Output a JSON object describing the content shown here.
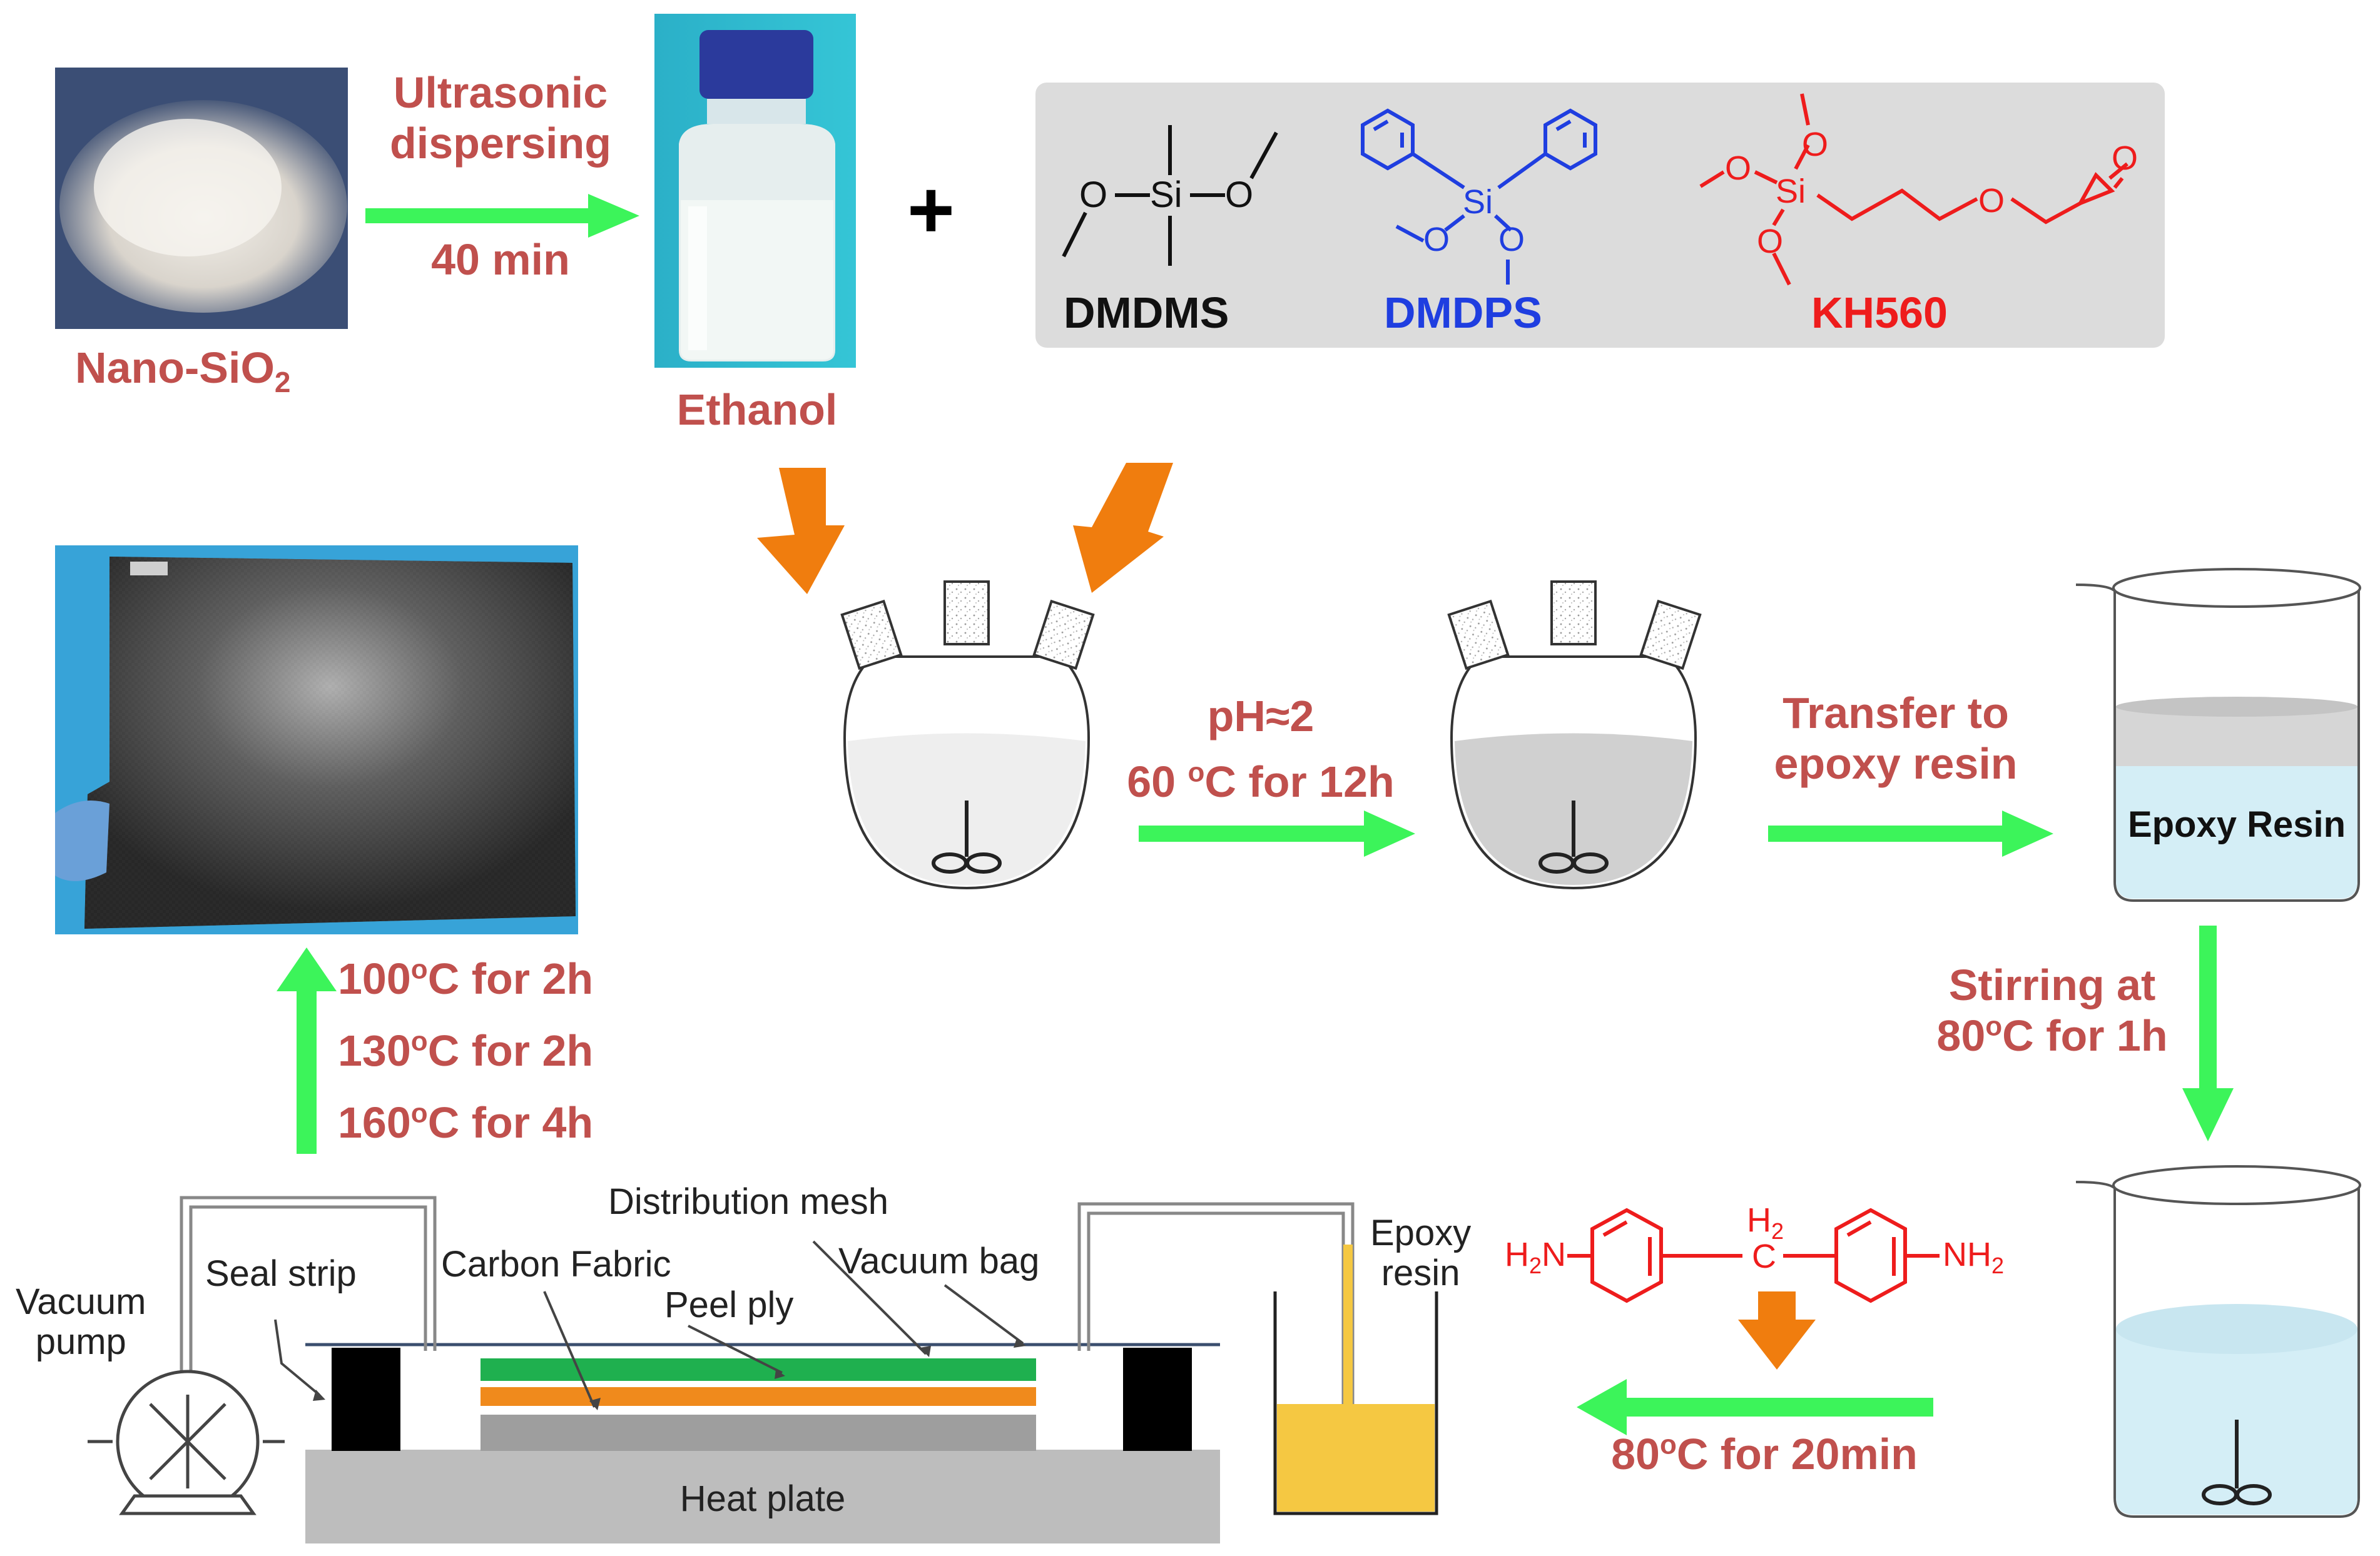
{
  "top": {
    "nano_label": "Nano-SiO",
    "nano_sub": "2",
    "ultrasonic_l1": "Ultrasonic",
    "ultrasonic_l2": "dispersing",
    "ultrasonic_time": "40 min",
    "ethanol_label": "Ethanol",
    "plus": "+"
  },
  "silanes": {
    "dmdms": "DMDMS",
    "dmdps": "DMDPS",
    "kh560": "KH560",
    "atom_si": "Si",
    "atom_o": "O"
  },
  "middle": {
    "ph": "pH≈2",
    "reaction_temp": "60 ",
    "reaction_deg": "o",
    "reaction_time": "C for 12h",
    "transfer_l1": "Transfer to",
    "transfer_l2": "epoxy resin",
    "beaker1_label": "Epoxy Resin",
    "stirring_l1": "Stirring at",
    "stirring_l2_a": "80",
    "stirring_l2_deg": "o",
    "stirring_l2_b": "C for 1h"
  },
  "curing": {
    "c1_a": "100",
    "c1_b": "C for 2h",
    "c2_a": "130",
    "c2_b": "C for 2h",
    "c3_a": "160",
    "c3_b": "C for 4h",
    "deg": "o"
  },
  "amine": {
    "h2n": "H",
    "h2n_sub": "2",
    "h2n_n": "N",
    "nh2": "NH",
    "nh2_sub": "2",
    "ch2_h": "H",
    "ch2_sub": "2",
    "ch2_c": "C",
    "mix_a": "80",
    "mix_b": "C for 20min",
    "mix_deg": "o"
  },
  "vartm": {
    "vacuum_pump_l1": "Vacuum",
    "vacuum_pump_l2": "pump",
    "seal_strip": "Seal strip",
    "carbon_fabric": "Carbon Fabric",
    "distribution_mesh": "Distribution mesh",
    "peel_ply": "Peel ply",
    "vacuum_bag": "Vacuum bag",
    "epoxy_l1": "Epoxy",
    "epoxy_l2": "resin",
    "heat_plate": "Heat plate"
  },
  "colors": {
    "label_red": "#c0504d",
    "green_arrow": "#3cf45a",
    "orange_arrow": "#f07d0e",
    "blue_struct": "#1f3ee0",
    "red_struct": "#ee1c1c",
    "mesh_green": "#1fb04f",
    "peel_orange": "#f08a1c",
    "fabric_gray": "#9e9e9e",
    "heat_plate_gray": "#bdbdbd",
    "resin_yellow": "#f5c842",
    "beaker_blue": "#d4eef6"
  }
}
